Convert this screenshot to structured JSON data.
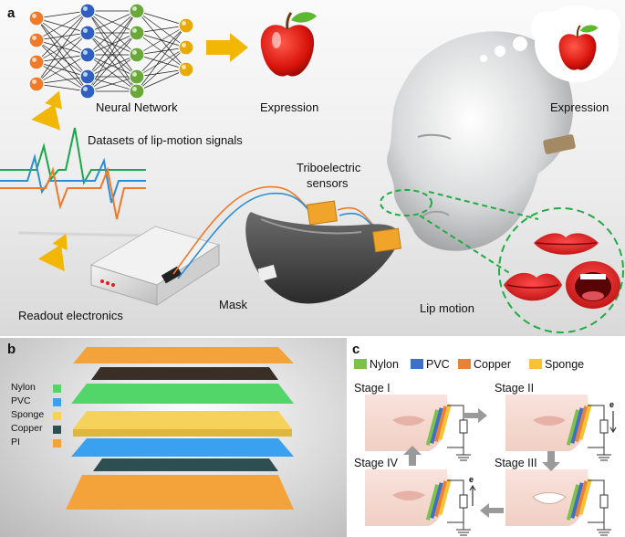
{
  "panels": {
    "a": {
      "label": "a",
      "neural_network": "Neural Network",
      "expression_left": "Expression",
      "expression_right": "Expression",
      "datasets": "Datasets of lip-motion signals",
      "triboelectric_line1": "Triboelectric",
      "triboelectric_line2": "sensors",
      "readout": "Readout electronics",
      "mask": "Mask",
      "lip_motion": "Lip motion"
    },
    "b": {
      "label": "b",
      "legend": [
        {
          "name": "Nylon",
          "color": "#52d66a"
        },
        {
          "name": "PVC",
          "color": "#3aa0f0"
        },
        {
          "name": "Sponge",
          "color": "#f5d25a"
        },
        {
          "name": "Copper",
          "color": "#2d4f52"
        },
        {
          "name": "PI",
          "color": "#f4a23a"
        }
      ]
    },
    "c": {
      "label": "c",
      "legend": [
        {
          "name": "Nylon",
          "color": "#7cc24a"
        },
        {
          "name": "PVC",
          "color": "#3f6fc8"
        },
        {
          "name": "Copper",
          "color": "#e8823a"
        },
        {
          "name": "Sponge",
          "color": "#f7c233"
        }
      ],
      "stages": [
        "Stage I",
        "Stage II",
        "Stage III",
        "Stage IV"
      ],
      "current_symbol": "e"
    }
  }
}
